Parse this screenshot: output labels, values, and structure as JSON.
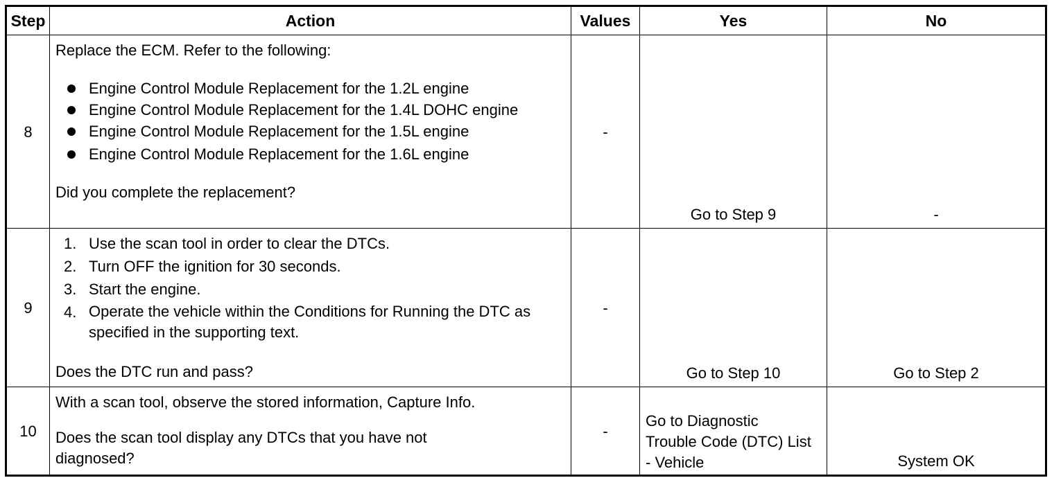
{
  "headers": {
    "step": "Step",
    "action": "Action",
    "values": "Values",
    "yes": "Yes",
    "no": "No"
  },
  "rows": [
    {
      "step": "8",
      "intro": "Replace the ECM. Refer to the following:",
      "bullets": [
        "Engine Control Module Replacement for the 1.2L engine",
        "Engine Control Module Replacement for the 1.4L DOHC engine",
        "Engine Control Module Replacement for the 1.5L engine",
        "Engine Control Module Replacement for the 1.6L engine"
      ],
      "question": "Did you complete the replacement?",
      "values": "-",
      "yes": "Go to Step 9",
      "no": "-"
    },
    {
      "step": "9",
      "items": [
        {
          "num": "1.",
          "text": "Use the scan tool in order to clear the DTCs."
        },
        {
          "num": "2.",
          "text": "Turn OFF the ignition for 30 seconds."
        },
        {
          "num": "3.",
          "text": "Start the engine."
        },
        {
          "num": "4.",
          "text": "Operate the vehicle within the Conditions for Running the DTC as specified in the supporting text."
        }
      ],
      "question": "Does the DTC run and pass?",
      "values": "-",
      "yes": "Go to Step 10",
      "no": "Go to Step 2"
    },
    {
      "step": "10",
      "intro": "With a scan tool, observe the stored information, Capture Info.",
      "question": "Does the scan tool display any DTCs that you have not diagnosed?",
      "values": "-",
      "yes": "Go to Diagnostic Trouble Code (DTC) List - Vehicle",
      "no": "System OK"
    }
  ]
}
